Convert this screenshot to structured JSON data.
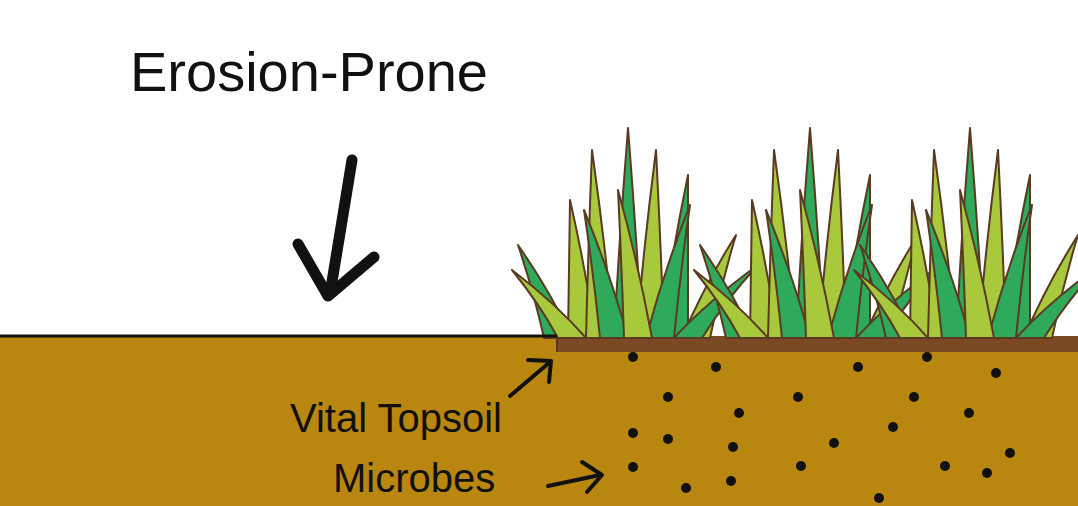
{
  "diagram": {
    "labels": [
      "Erosion-Prone",
      "Vital Topsoil",
      "Microbes"
    ]
  }
}
